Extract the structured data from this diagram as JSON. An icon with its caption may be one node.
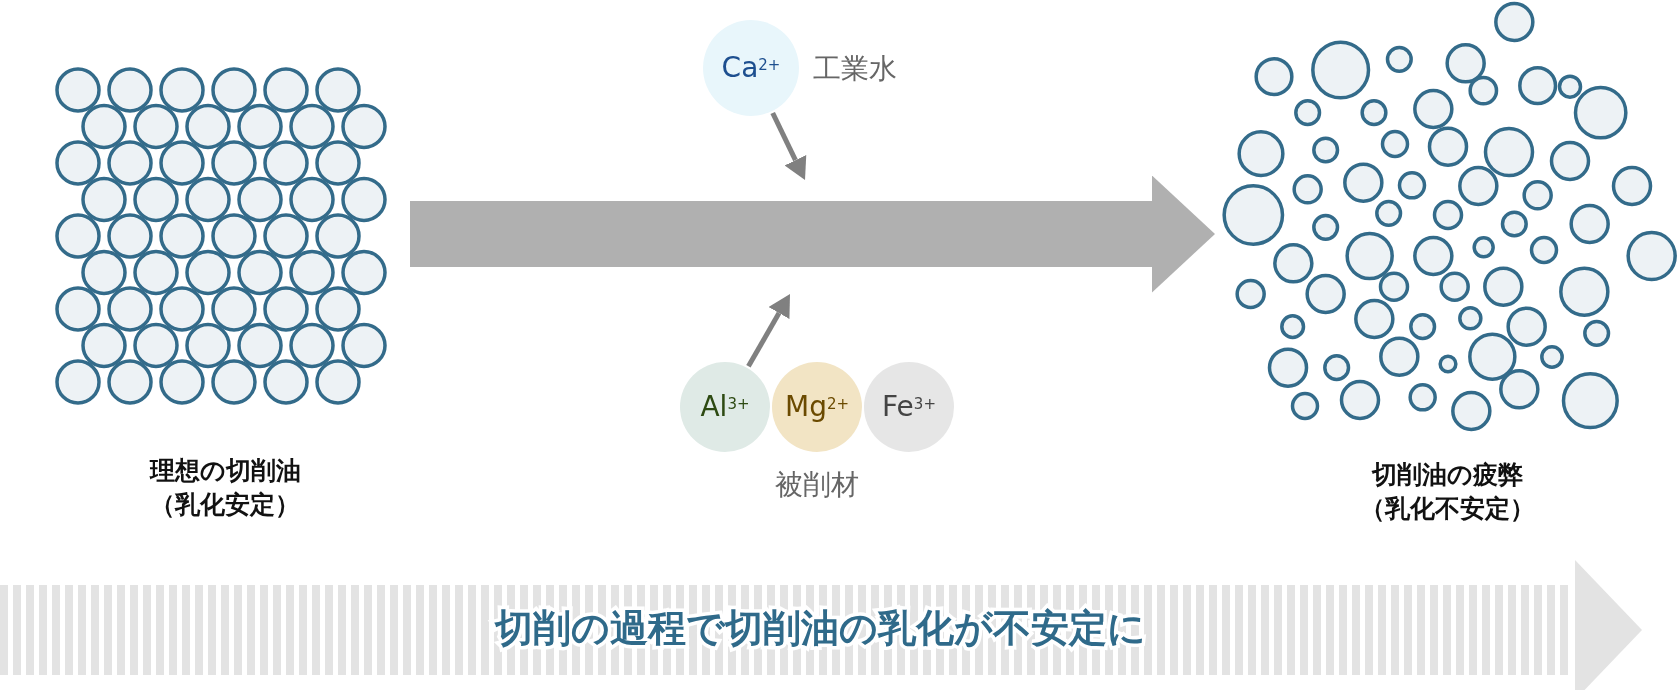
{
  "diagram": {
    "nodes": [
      {
        "text": [
          "Ca$^{2+}$"
        ],
        "beside": [
          "工業水"
        ]
      },
      {
        "text": [
          "Al$^{3+}$"
        ]
      },
      {
        "text": [
          "Mg$^{2+}$"
        ],
        "beside": [
          "被削材"
        ]
      },
      {
        "text": [
          "Fe$^{3+}$"
        ]
      },
      {
        "text": [
          "理想の切削油（乳化安定）"
        ]
      },
      {
        "text": [
          "切削油の疲弊（乳化不安定）"
        ]
      }
    ],
    "edges": [
      {
        "from": 4,
        "to": 5,
        "arrow": "to",
        "style": "thick",
        "color": "#b0b0b0"
      },
      {
        "from": 0,
        "to": null,
        "arrow": "to"
      },
      {
        "from": 1,
        "to": null,
        "arrow": "to"
      }
    ],
    "labels": [
      "切削の過程で切削油の乳化が不安定に"
    ]
  }
}
